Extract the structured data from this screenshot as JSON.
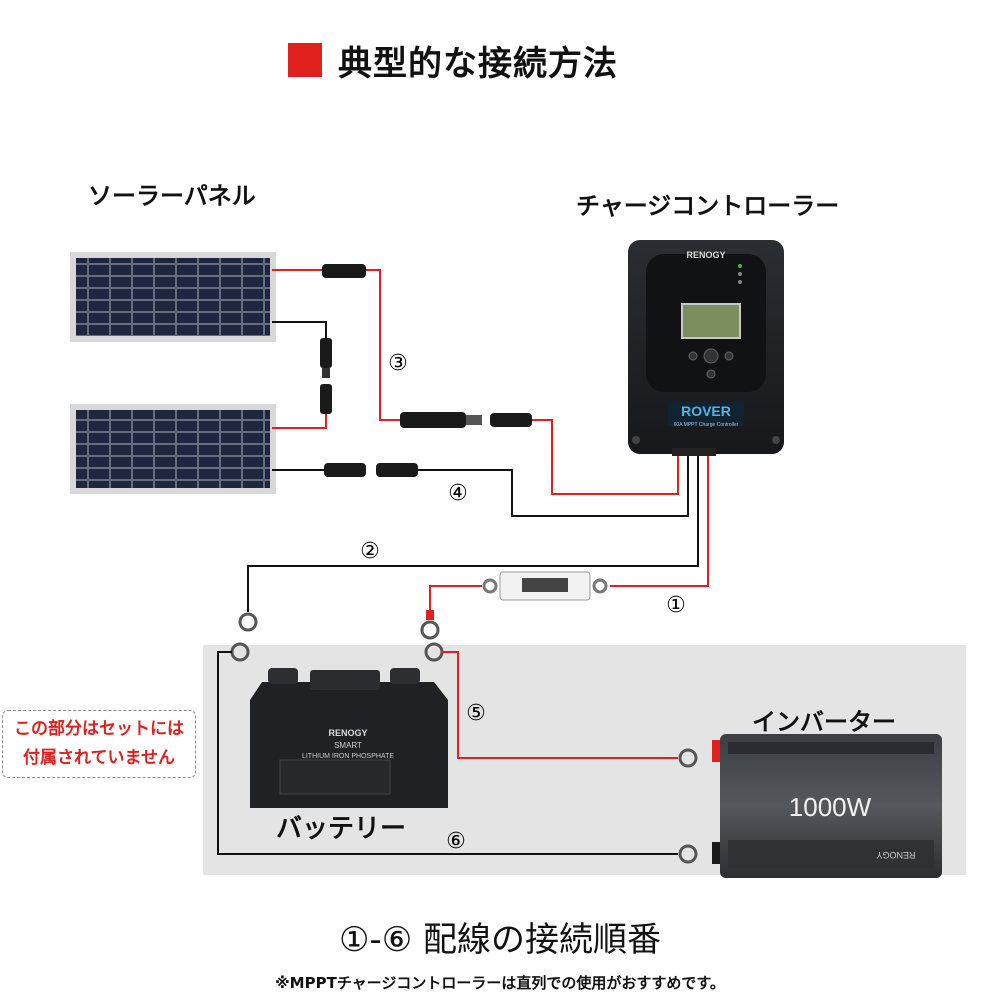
{
  "title": "典型的な接続方法",
  "labels": {
    "solar_panel": "ソーラーパネル",
    "charge_controller": "チャージコントローラー",
    "inverter": "インバーター",
    "battery": "バッテリー"
  },
  "controller": {
    "brand": "RENOGY",
    "model": "ROVER",
    "subtitle": "60A MPPT Charge Controller"
  },
  "battery_device": {
    "brand": "RENOGY",
    "line1": "SMART",
    "line2": "LITHIUM IRON PHOSPHATE"
  },
  "inverter_device": {
    "wattage": "1000W",
    "brand": "RENOGY"
  },
  "note": {
    "line1": "この部分はセットには",
    "line2": "付属されていません"
  },
  "wire_numbers": [
    "①",
    "②",
    "③",
    "④",
    "⑤",
    "⑥"
  ],
  "footer": {
    "title": "①-⑥ 配線の接続順番",
    "note": "※MPPTチャージコントローラーは直列での使用がおすすめです。"
  },
  "colors": {
    "accent_red": "#e0201c",
    "wire_red": "#e0201c",
    "wire_black": "#111111",
    "gray_area": "#e4e4e4"
  }
}
